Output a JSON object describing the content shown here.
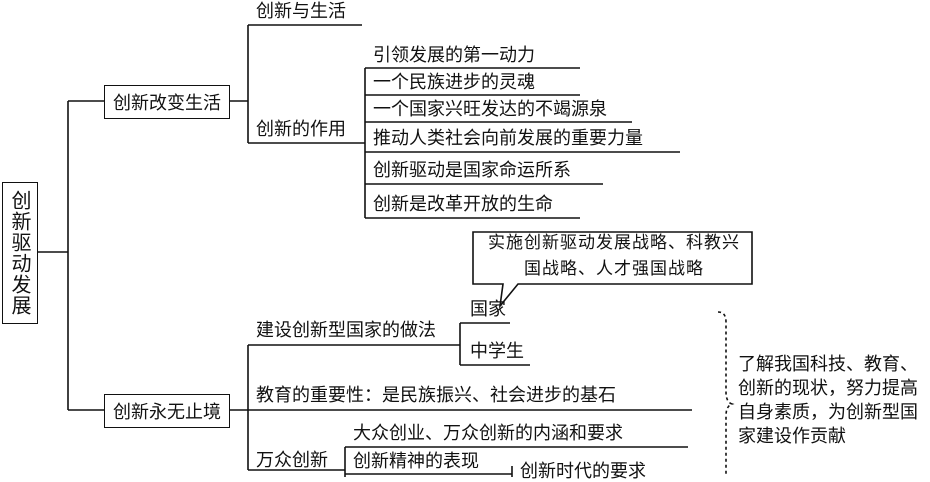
{
  "root": {
    "label": "创新驱动发展"
  },
  "branch1": {
    "label": "创新改变生活",
    "sub1": "创新与生活",
    "sub2": {
      "label": "创新的作用",
      "items": [
        "引领发展的第一动力",
        "一个民族进步的灵魂",
        "一个国家兴旺发达的不竭源泉",
        "推动人类社会向前发展的重要力量",
        "创新驱动是国家命运所系",
        "创新是改革开放的生命"
      ]
    }
  },
  "branch2": {
    "label": "创新永无止境",
    "build": {
      "label": "建设创新型国家的做法",
      "country": "国家",
      "student": "中学生",
      "callout": "实施创新驱动发展战略、科教兴国战略、人才强国战略",
      "note": "了解我国科技、教育、创新的现状，努力提高自身素质，为创新型国家建设作贡献"
    },
    "education": "教育的重要性：是民族振兴、社会进步的基石",
    "mass": {
      "label": "万众创新",
      "items": [
        "大众创业、万众创新的内涵和要求",
        "创新精神的表现"
      ],
      "partial": "创新时代的要求"
    }
  }
}
